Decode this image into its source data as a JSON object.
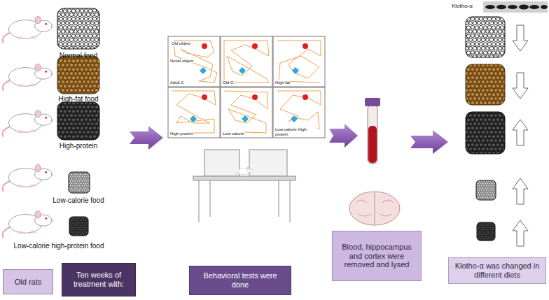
{
  "diagram": {
    "nodes": [
      {
        "text": [
          "Old rats"
        ]
      },
      {
        "text": [
          "Ten weeks of treatment with:"
        ]
      },
      {
        "text": [
          "Behavioral tests were done"
        ]
      },
      {
        "text": [
          "Blood, hippocampus and cortex were removed and lysed"
        ]
      },
      {
        "text": [
          "Klotho-α was changed in different diets"
        ]
      }
    ],
    "labels": [
      "Normal food",
      "High-fat food",
      "High-protein",
      "Low-calorie food",
      "Low-calorie high-protein food",
      "Old object",
      "Novel object",
      "Adult C",
      "Old C",
      "High-fat",
      "High-protein",
      "Low-calorie",
      "Low-calorie High-protein",
      "Klotho-α"
    ]
  }
}
